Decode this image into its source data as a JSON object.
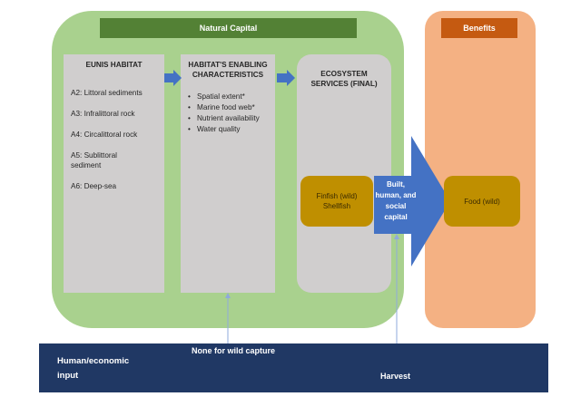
{
  "natural_capital": {
    "title": "Natural Capital",
    "eunis_habitat": {
      "title": "EUNIS HABITAT",
      "items": [
        "A2: Littoral sediments",
        "A3: Infralittoral rock",
        "A4: Circalittoral rock",
        "A5: Sublittoral sediment",
        "A6: Deep-sea"
      ]
    },
    "enabling_characteristics": {
      "title_line1": "HABITAT'S ENABLING",
      "title_line2": "CHARACTERISTICS",
      "items": [
        "Spatial extent*",
        "Marine food web*",
        "Nutrient availability",
        "Water quality"
      ]
    },
    "ecosystem_services": {
      "title_line1": "ECOSYSTEM",
      "title_line2": "SERVICES (FINAL)",
      "service_line1": "Finfish (wild)",
      "service_line2": "Shellfish"
    }
  },
  "capital_arrow": {
    "line1": "Built,",
    "line2": "human, and",
    "line3": "social",
    "line4": "capital"
  },
  "benefits": {
    "title": "Benefits",
    "item": "Food (wild)"
  },
  "human_input": {
    "label_line1": "Human/economic",
    "label_line2": "input",
    "habitat_input": "None for wild capture",
    "service_input": "Harvest"
  },
  "colors": {
    "natural_capital_bg": "#a9d18e",
    "natural_capital_header": "#538135",
    "benefits_bg": "#f4b183",
    "benefits_header": "#c55a11",
    "column_bg": "#d0cece",
    "service_box": "#bf8f00",
    "arrow_blue": "#4472c4",
    "bottom_bar": "#203864"
  }
}
